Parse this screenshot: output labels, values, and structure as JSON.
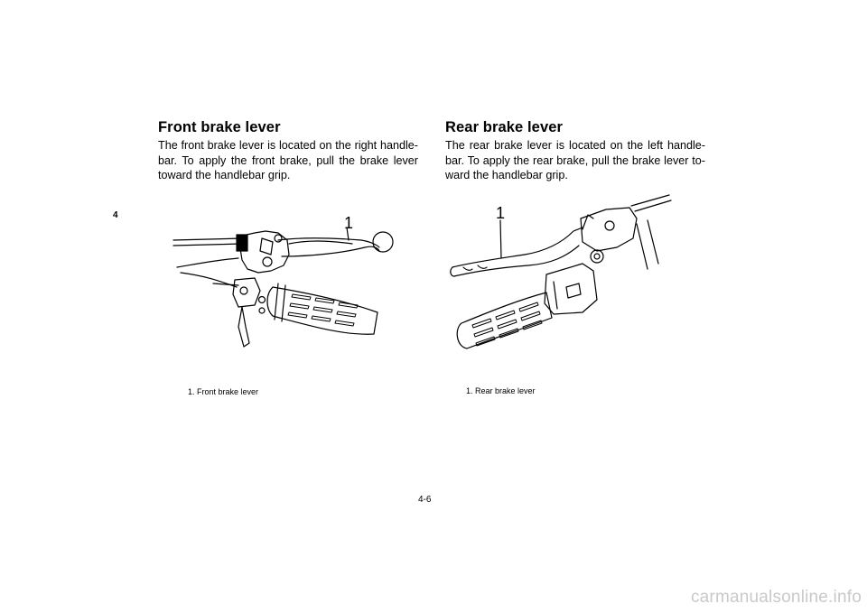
{
  "chapter_tab": "4",
  "left": {
    "title": "Front brake lever",
    "lines": [
      "The front brake lever is located on the right handle-",
      "bar. To apply the front brake, pull the brake lever",
      "toward the handlebar grip."
    ],
    "callout": "1",
    "caption": "1. Front brake lever"
  },
  "right": {
    "title": "Rear brake lever",
    "lines": [
      "The rear brake lever is located on the left handle-",
      "bar. To apply the rear brake, pull the brake lever to-",
      "ward the handlebar grip."
    ],
    "callout": "1",
    "caption": "1. Rear brake lever"
  },
  "page_number": "4-6",
  "watermark": "carmanualsonline.info"
}
